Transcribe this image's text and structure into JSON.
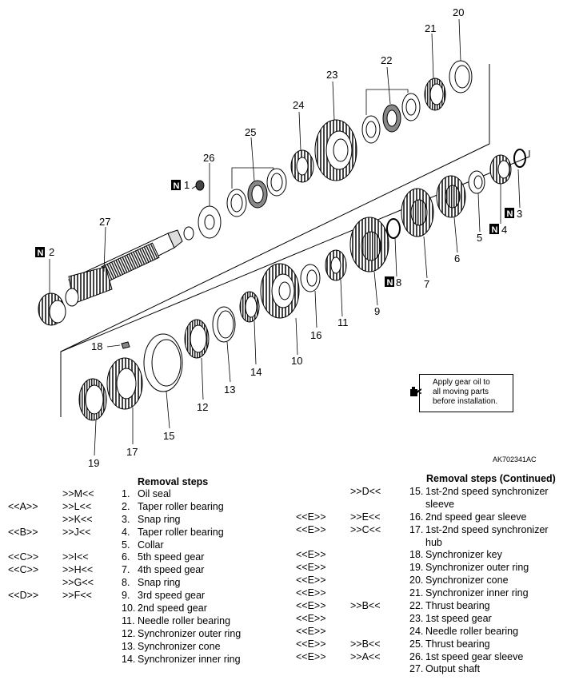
{
  "diagram": {
    "callouts": [
      "1",
      "2",
      "3",
      "4",
      "5",
      "6",
      "7",
      "8",
      "9",
      "10",
      "11",
      "12",
      "13",
      "14",
      "15",
      "16",
      "17",
      "18",
      "19",
      "20",
      "21",
      "22",
      "23",
      "24",
      "25",
      "26",
      "27"
    ],
    "new_part_marker": "N",
    "reference_code": "AK702341AC",
    "note": {
      "icon": "oil-can-icon",
      "text_lines": [
        "Apply gear oil to",
        "all moving parts",
        "before installation."
      ]
    }
  },
  "removal_steps_left": {
    "heading": "Removal steps",
    "rows": [
      {
        "inspect": "",
        "install": ">>M<<",
        "num": "1.",
        "name": "Oil seal"
      },
      {
        "inspect": "<<A>>",
        "install": ">>L<<",
        "num": "2.",
        "name": "Taper roller bearing"
      },
      {
        "inspect": "",
        "install": ">>K<<",
        "num": "3.",
        "name": "Snap ring"
      },
      {
        "inspect": "<<B>>",
        "install": ">>J<<",
        "num": "4.",
        "name": "Taper roller bearing"
      },
      {
        "inspect": "",
        "install": "",
        "num": "5.",
        "name": "Collar"
      },
      {
        "inspect": "<<C>>",
        "install": ">>I<<",
        "num": "6.",
        "name": "5th speed gear"
      },
      {
        "inspect": "<<C>>",
        "install": ">>H<<",
        "num": "7.",
        "name": "4th speed gear"
      },
      {
        "inspect": "",
        "install": ">>G<<",
        "num": "8.",
        "name": "Snap ring"
      },
      {
        "inspect": "<<D>>",
        "install": ">>F<<",
        "num": "9.",
        "name": "3rd speed gear"
      },
      {
        "inspect": "",
        "install": "",
        "num": "10.",
        "name": "2nd speed gear"
      },
      {
        "inspect": "",
        "install": "",
        "num": "11.",
        "name": "Needle roller bearing"
      },
      {
        "inspect": "",
        "install": "",
        "num": "12.",
        "name": "Synchronizer outer ring"
      },
      {
        "inspect": "",
        "install": "",
        "num": "13.",
        "name": "Synchronizer cone"
      },
      {
        "inspect": "",
        "install": "",
        "num": "14.",
        "name": "Synchronizer inner ring"
      }
    ]
  },
  "removal_steps_right": {
    "heading": "Removal steps (Continued)",
    "rows": [
      {
        "inspect": "",
        "install": ">>D<<",
        "num": "15.",
        "name": "1st-2nd speed synchronizer"
      },
      {
        "inspect": "",
        "install": "",
        "num": "",
        "name": "sleeve"
      },
      {
        "inspect": "<<E>>",
        "install": ">>E<<",
        "num": "16.",
        "name": "2nd speed gear sleeve"
      },
      {
        "inspect": "<<E>>",
        "install": ">>C<<",
        "num": "17.",
        "name": "1st-2nd speed synchronizer"
      },
      {
        "inspect": "",
        "install": "",
        "num": "",
        "name": "hub"
      },
      {
        "inspect": "<<E>>",
        "install": "",
        "num": "18.",
        "name": "Synchronizer key"
      },
      {
        "inspect": "<<E>>",
        "install": "",
        "num": "19.",
        "name": "Synchronizer outer ring"
      },
      {
        "inspect": "<<E>>",
        "install": "",
        "num": "20.",
        "name": "Synchronizer cone"
      },
      {
        "inspect": "<<E>>",
        "install": "",
        "num": "21.",
        "name": "Synchronizer inner ring"
      },
      {
        "inspect": "<<E>>",
        "install": ">>B<<",
        "num": "22.",
        "name": "Thrust bearing"
      },
      {
        "inspect": "<<E>>",
        "install": "",
        "num": "23.",
        "name": "1st speed gear"
      },
      {
        "inspect": "<<E>>",
        "install": "",
        "num": "24.",
        "name": "Needle roller bearing"
      },
      {
        "inspect": "<<E>>",
        "install": ">>B<<",
        "num": "25.",
        "name": "Thrust bearing"
      },
      {
        "inspect": "<<E>>",
        "install": ">>A<<",
        "num": "26.",
        "name": "1st speed gear sleeve"
      },
      {
        "inspect": "",
        "install": "",
        "num": "27.",
        "name": "Output shaft"
      }
    ]
  }
}
